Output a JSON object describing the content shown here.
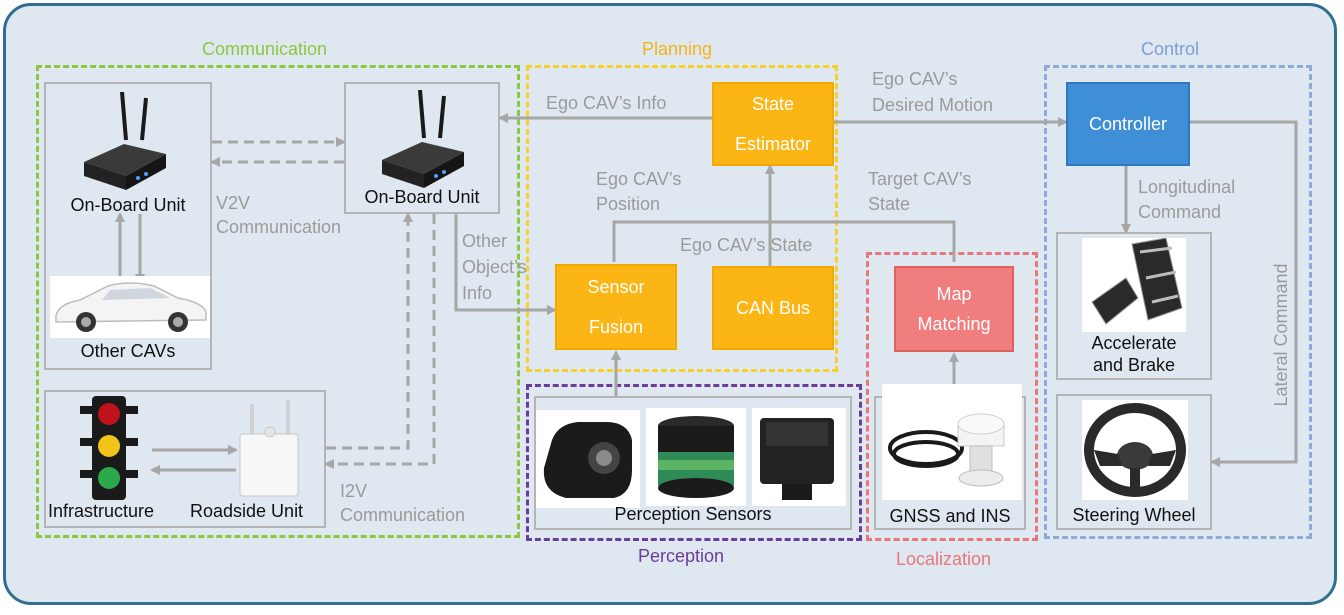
{
  "sections": {
    "communication": "Communication",
    "planning": "Planning",
    "control": "Control",
    "perception": "Perception",
    "localization": "Localization"
  },
  "nodes": {
    "obu_left": "On-Board Unit",
    "obu_center": "On-Board Unit",
    "other_cavs": "Other CAVs",
    "infrastructure": "Infrastructure",
    "roadside_unit": "Roadside Unit",
    "state_estimator": [
      "State",
      "Estimator"
    ],
    "sensor_fusion": [
      "Sensor",
      "Fusion"
    ],
    "can_bus": "CAN Bus",
    "map_matching": [
      "Map",
      "Matching"
    ],
    "controller": "Controller",
    "perception_sensors": "Perception Sensors",
    "gnss_ins": "GNSS and INS",
    "accelerate_brake": [
      "Accelerate",
      "and Brake"
    ],
    "steering_wheel": "Steering Wheel"
  },
  "edge_labels": {
    "v2v": [
      "V2V",
      "Communication"
    ],
    "i2v": [
      "I2V",
      "Communication"
    ],
    "ego_info": "Ego CAV’s Info",
    "ego_desired": [
      "Ego CAV’s",
      "Desired Motion"
    ],
    "ego_position": [
      "Ego CAV’s",
      "Position"
    ],
    "target_state": [
      "Target CAV’s",
      "State"
    ],
    "ego_state": "Ego CAV’s State",
    "other_object": [
      "Other",
      "Object’s",
      "Info"
    ],
    "longitudinal": [
      "Longitudinal",
      "Command"
    ],
    "lateral": "Lateral Command"
  },
  "colors": {
    "communication": "#8dc63f",
    "planning": "#f7d12b",
    "control": "#8eaad8",
    "perception": "#6a3d9a",
    "localization": "#e8767a",
    "orange_box": "#fbb615",
    "controller_box": "#3f8fd6",
    "map_box": "#f07e7e",
    "arrow": "#a6a6a6"
  }
}
